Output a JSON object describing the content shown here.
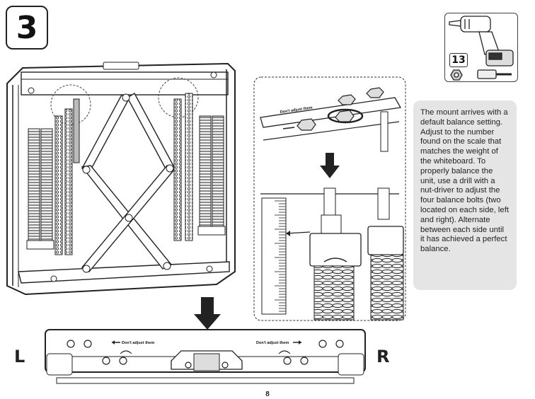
{
  "step": {
    "number": "3"
  },
  "tools": {
    "size": "13",
    "icons": [
      "drill-icon",
      "hex-nut-icon",
      "nut-driver-bit-icon"
    ]
  },
  "instructions": {
    "text": "The mount arrives with a default balance setting. Adjust to the number found on the scale that matches the weight of the whiteboard. To properly balance the unit, use a drill with a nut-driver to adjust the four balance bolts (two located on each side, left and right). Alternate between each side until it has achieved a perfect balance."
  },
  "bottom_view": {
    "left_label": "L",
    "right_label": "R",
    "note_left": "Don't adjust them",
    "note_right": "Don't adjust them"
  },
  "page": {
    "number": "8"
  },
  "colors": {
    "line": "#222222",
    "panel_grey": "#e5e5e5",
    "spring_fill": "#f4f4f4"
  }
}
